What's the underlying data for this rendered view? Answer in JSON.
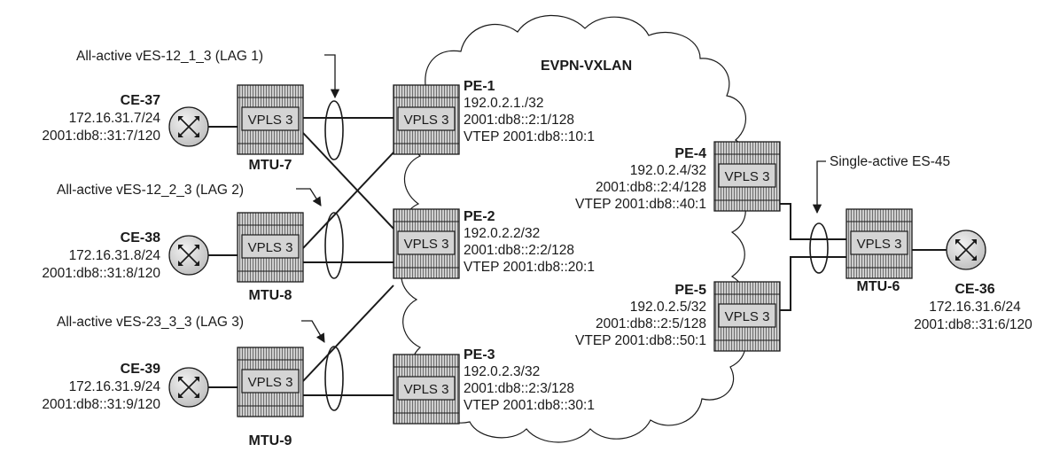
{
  "cloud_label": "EVPN-VXLAN",
  "service_label": "VPLS 3",
  "annotations": {
    "lag1": "All-active vES-12_1_3 (LAG 1)",
    "lag2": "All-active vES-12_2_3 (LAG 2)",
    "lag3": "All-active vES-23_3_3 (LAG 3)",
    "es45": "Single-active ES-45"
  },
  "ces": [
    {
      "name": "CE-37",
      "ipv4": "172.16.31.7/24",
      "ipv6": "2001:db8::31:7/120"
    },
    {
      "name": "CE-38",
      "ipv4": "172.16.31.8/24",
      "ipv6": "2001:db8::31:8/120"
    },
    {
      "name": "CE-39",
      "ipv4": "172.16.31.9/24",
      "ipv6": "2001:db8::31:9/120"
    },
    {
      "name": "CE-36",
      "ipv4": "172.16.31.6/24",
      "ipv6": "2001:db8::31:6/120"
    }
  ],
  "mtus": [
    {
      "name": "MTU-7"
    },
    {
      "name": "MTU-8"
    },
    {
      "name": "MTU-9"
    },
    {
      "name": "MTU-6"
    }
  ],
  "pes": [
    {
      "name": "PE-1",
      "ipv4": "192.0.2.1./32",
      "ipv6": "2001:db8::2:1/128",
      "vtep": "VTEP 2001:db8::10:1"
    },
    {
      "name": "PE-2",
      "ipv4": "192.0.2.2/32",
      "ipv6": "2001:db8::2:2/128",
      "vtep": "VTEP 2001:db8::20:1"
    },
    {
      "name": "PE-3",
      "ipv4": "192.0.2.3/32",
      "ipv6": "2001:db8::2:3/128",
      "vtep": "VTEP 2001:db8::30:1"
    },
    {
      "name": "PE-4",
      "ipv4": "192.0.2.4/32",
      "ipv6": "2001:db8::2:4/128",
      "vtep": "VTEP 2001:db8::40:1"
    },
    {
      "name": "PE-5",
      "ipv4": "192.0.2.5/32",
      "ipv6": "2001:db8::2:5/128",
      "vtep": "VTEP 2001:db8::50:1"
    }
  ]
}
